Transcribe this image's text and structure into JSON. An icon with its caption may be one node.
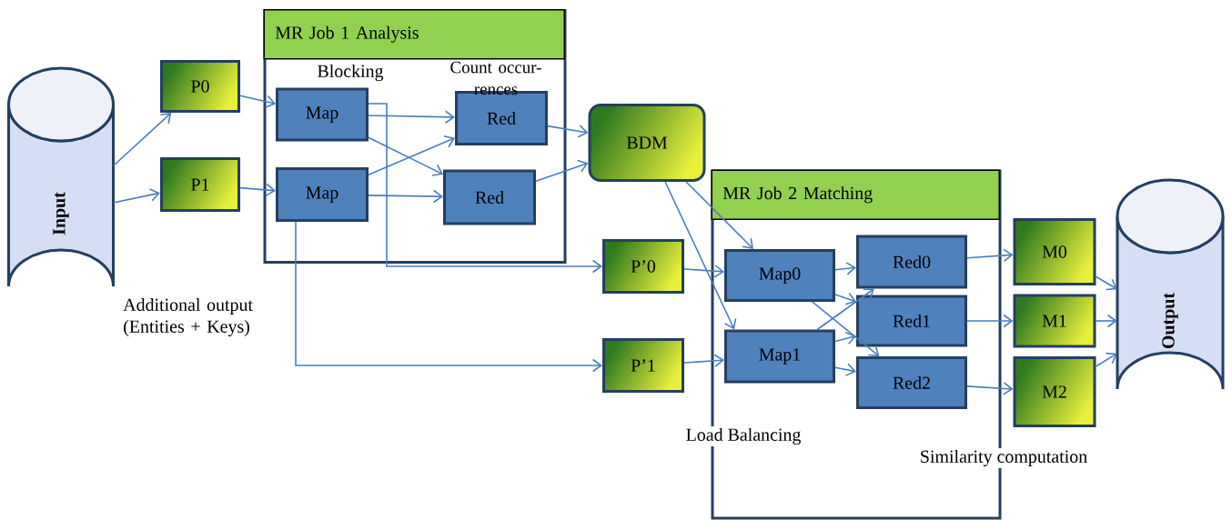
{
  "diagram": {
    "nodes": [
      {
        "text": [
          "Input"
        ]
      },
      {
        "text": [
          "P0"
        ]
      },
      {
        "text": [
          "P1"
        ]
      },
      {
        "text": [
          "MR Job 1 Analysis"
        ]
      },
      {
        "text": [
          "Map"
        ],
        "in": 3
      },
      {
        "text": [
          "Map"
        ],
        "in": 3
      },
      {
        "text": [
          "Red"
        ],
        "in": 3
      },
      {
        "text": [
          "Red"
        ],
        "in": 3
      },
      {
        "text": [
          "BDM"
        ]
      },
      {
        "text": [
          "MR Job 2 Matching"
        ]
      },
      {
        "text": [
          "P’0"
        ]
      },
      {
        "text": [
          "P’1"
        ]
      },
      {
        "text": [
          "Map0"
        ],
        "in": 9
      },
      {
        "text": [
          "Map1"
        ],
        "in": 9
      },
      {
        "text": [
          "Red0"
        ],
        "in": 9
      },
      {
        "text": [
          "Red1"
        ],
        "in": 9
      },
      {
        "text": [
          "Red2"
        ],
        "in": 9
      },
      {
        "text": [
          "M0"
        ]
      },
      {
        "text": [
          "M1"
        ]
      },
      {
        "text": [
          "M2"
        ]
      },
      {
        "text": [
          "Output"
        ]
      }
    ],
    "edges": [
      {
        "from": 0,
        "to": 1,
        "arrow": "to"
      },
      {
        "from": 0,
        "to": 2,
        "arrow": "to"
      },
      {
        "from": 1,
        "to": 4,
        "arrow": "to"
      },
      {
        "from": 2,
        "to": 5,
        "arrow": "to"
      },
      {
        "from": 4,
        "to": 6,
        "arrow": "to"
      },
      {
        "from": 4,
        "to": 7,
        "arrow": "to"
      },
      {
        "from": 5,
        "to": 6,
        "arrow": "to"
      },
      {
        "from": 5,
        "to": 7,
        "arrow": "to"
      },
      {
        "from": 6,
        "to": 8,
        "arrow": "to"
      },
      {
        "from": 7,
        "to": 8,
        "arrow": "to"
      },
      {
        "from": 4,
        "to": 10,
        "arrow": "to"
      },
      {
        "from": 5,
        "to": 11,
        "arrow": "to"
      },
      {
        "from": 8,
        "to": 12,
        "arrow": "to"
      },
      {
        "from": 8,
        "to": 13,
        "arrow": "to"
      },
      {
        "from": 10,
        "to": 12,
        "arrow": "to"
      },
      {
        "from": 11,
        "to": 13,
        "arrow": "to"
      },
      {
        "from": 12,
        "to": 14,
        "arrow": "to"
      },
      {
        "from": 12,
        "to": 15,
        "arrow": "to"
      },
      {
        "from": 12,
        "to": 16,
        "arrow": "to"
      },
      {
        "from": 13,
        "to": 14,
        "arrow": "to"
      },
      {
        "from": 13,
        "to": 15,
        "arrow": "to"
      },
      {
        "from": 13,
        "to": 16,
        "arrow": "to"
      },
      {
        "from": 14,
        "to": 17,
        "arrow": "to"
      },
      {
        "from": 15,
        "to": 18,
        "arrow": "to"
      },
      {
        "from": 16,
        "to": 19,
        "arrow": "to"
      },
      {
        "from": 17,
        "to": 20,
        "arrow": "to"
      },
      {
        "from": 18,
        "to": 20,
        "arrow": "to"
      },
      {
        "from": 19,
        "to": 20,
        "arrow": "to"
      }
    ],
    "labels": [
      "Blocking",
      "Count occur-rences",
      "Additional output (Entities + Keys)",
      "Load Balancing",
      "Similarity computation"
    ]
  }
}
